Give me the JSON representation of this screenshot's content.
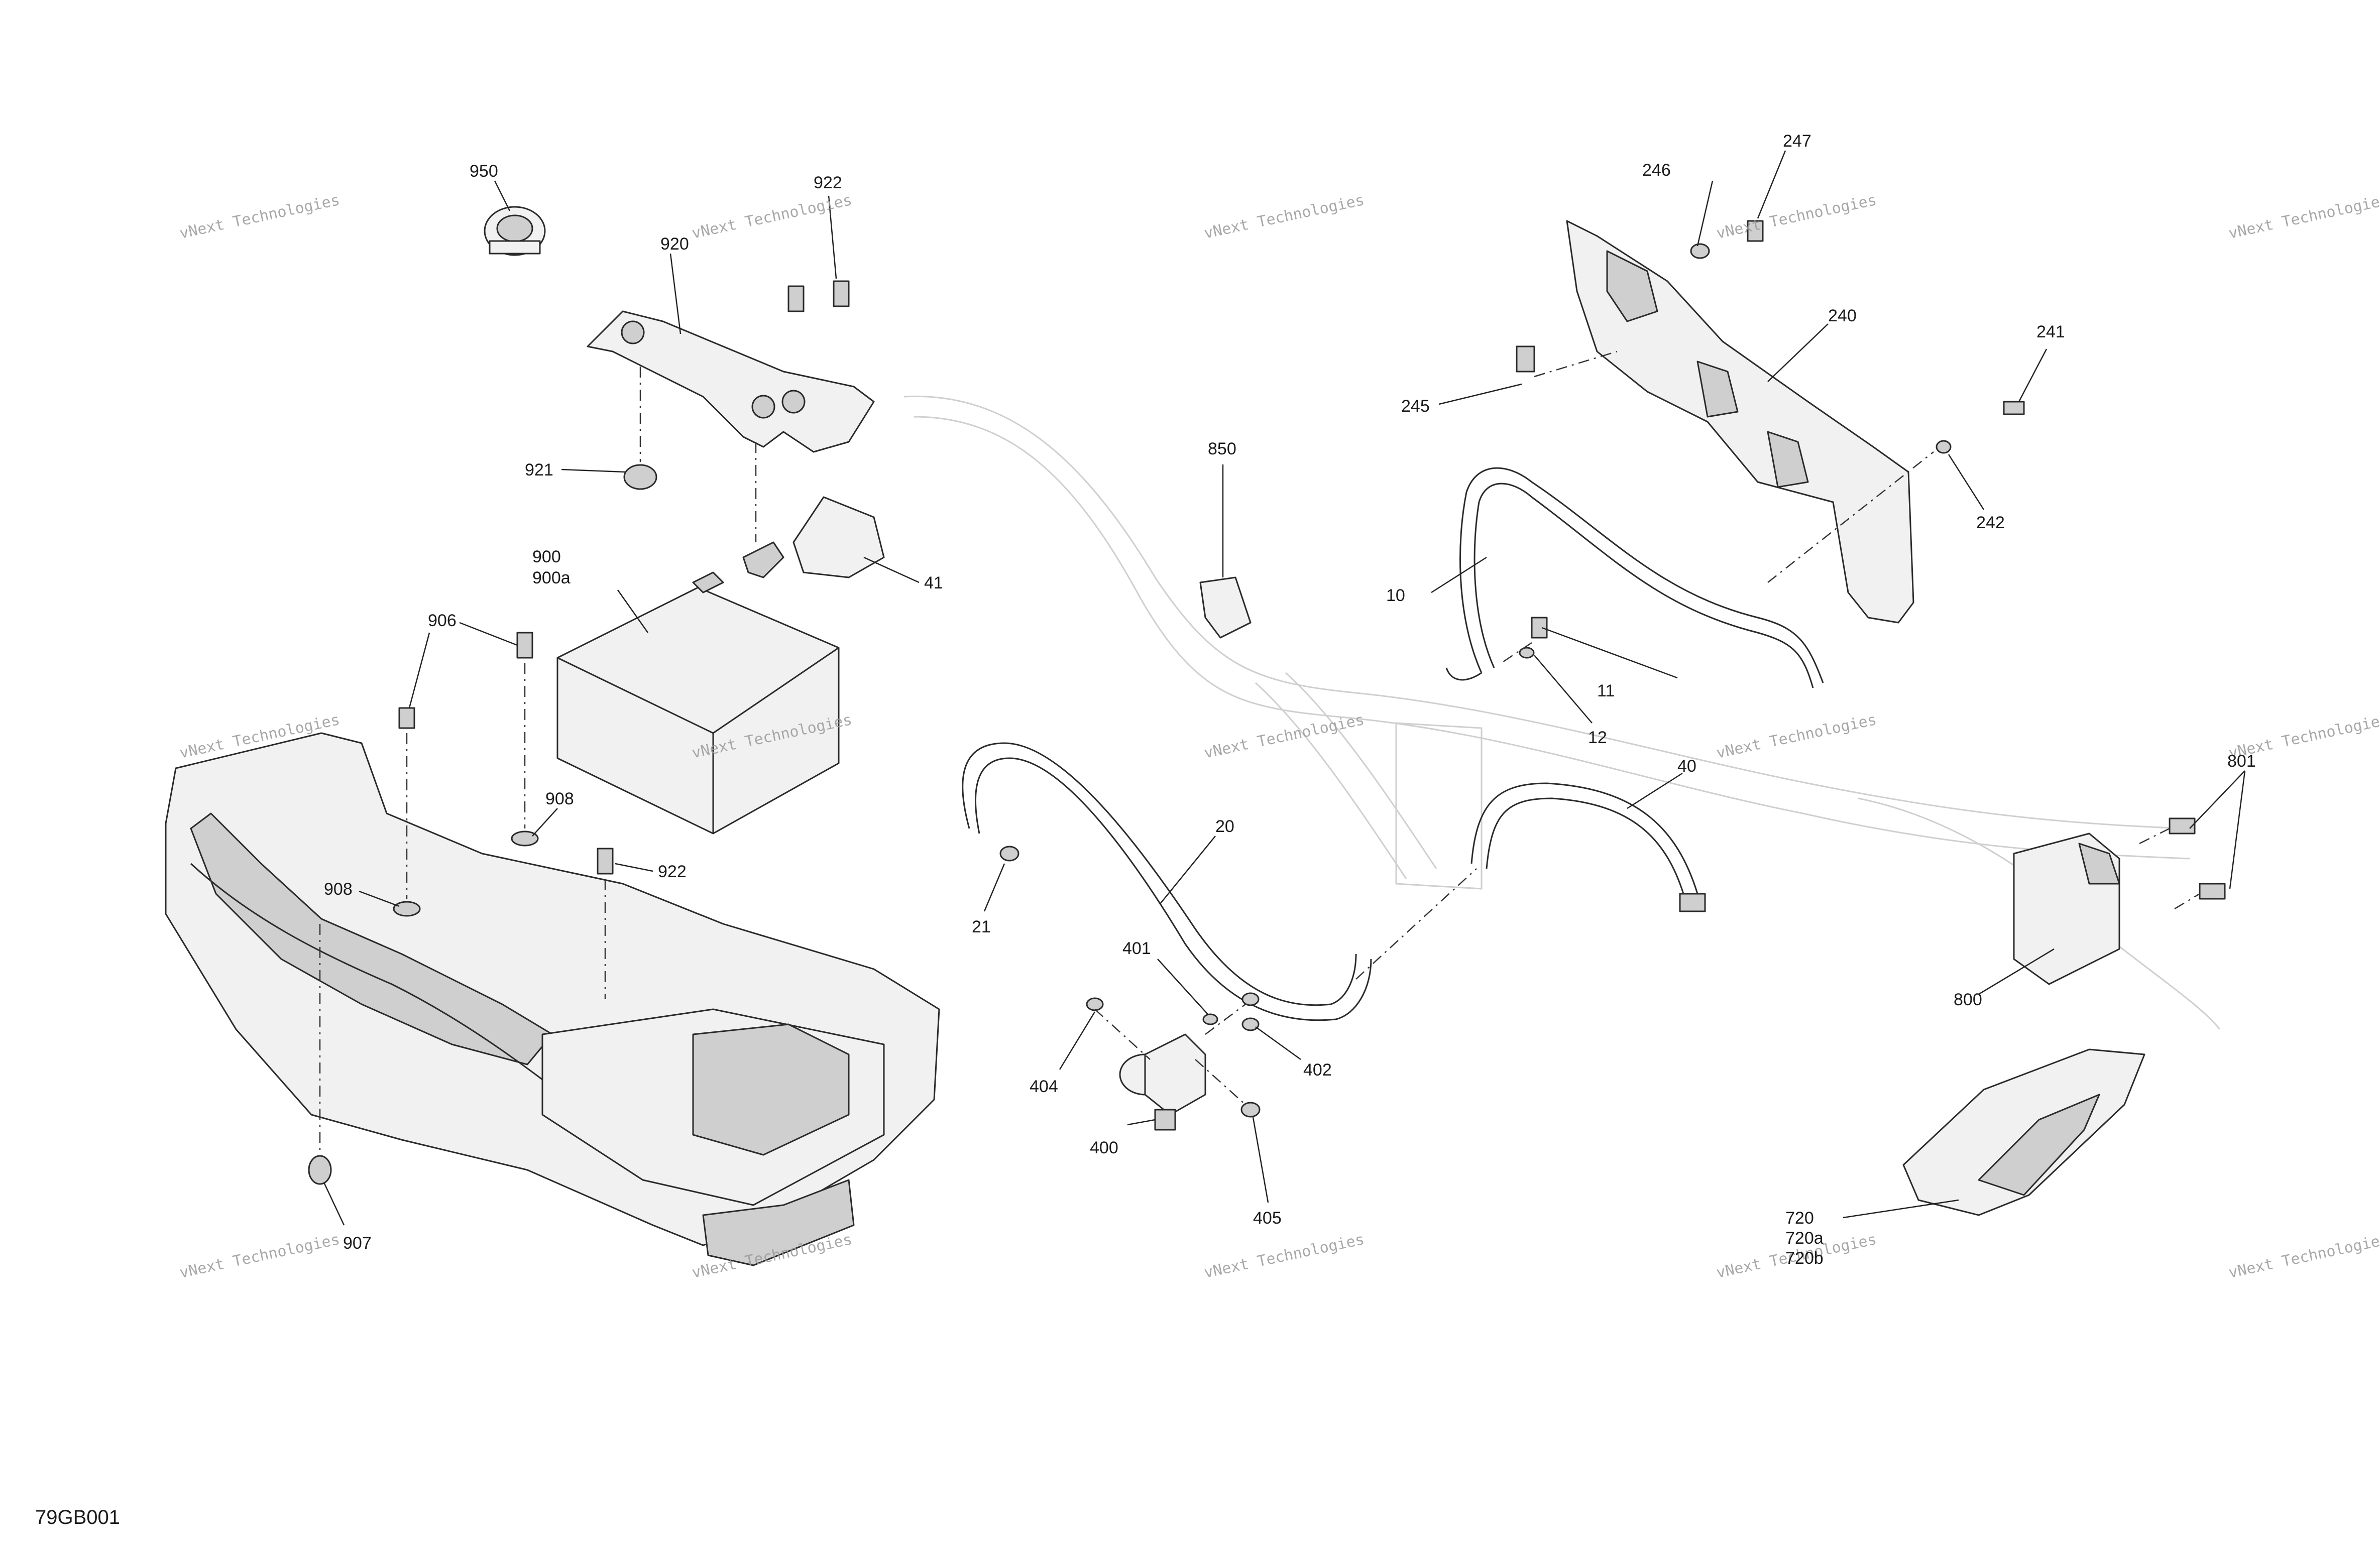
{
  "diagram_code": "79GB001",
  "watermark_text": "vNext Technologies",
  "callouts": {
    "c10": "10",
    "c11": "11",
    "c12": "12",
    "c20": "20",
    "c21": "21",
    "c40": "40",
    "c41": "41",
    "c240": "240",
    "c241": "241",
    "c242": "242",
    "c245": "245",
    "c246": "246",
    "c247": "247",
    "c400": "400",
    "c401": "401",
    "c402": "402",
    "c404": "404",
    "c405": "405",
    "c720": "720",
    "c720a": "720a",
    "c720b": "720b",
    "c800": "800",
    "c801": "801",
    "c850": "850",
    "c900": "900",
    "c900a": "900a",
    "c906": "906",
    "c907": "907",
    "c908a": "908",
    "c908b": "908",
    "c920": "920",
    "c921": "921",
    "c922a": "922",
    "c922b": "922",
    "c950": "950"
  }
}
